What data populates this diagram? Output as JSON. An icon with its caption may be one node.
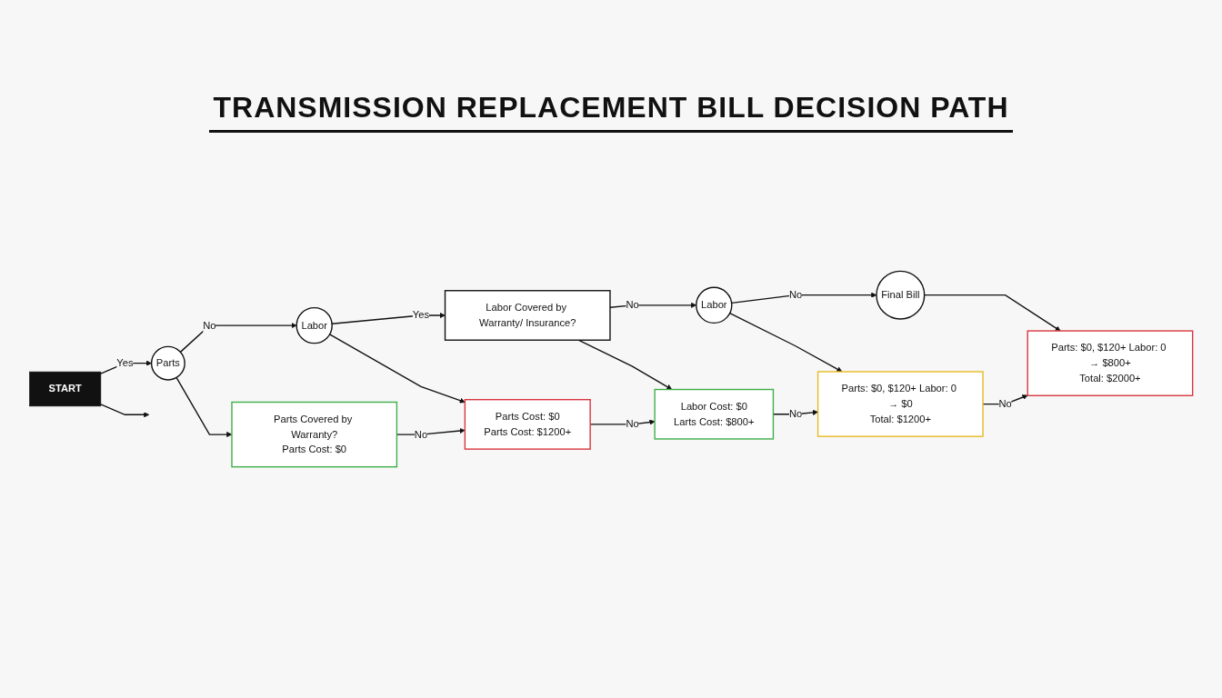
{
  "diagram": {
    "title": "TRANSMISSION REPLACEMENT BILL DECISION PATH",
    "nodes": [
      {
        "text": [
          "START"
        ]
      },
      {
        "text": [
          "Parts"
        ]
      },
      {
        "text": [
          "Labor"
        ]
      },
      {
        "text": [
          "Labor Covered by Warranty/ Insurance?"
        ]
      },
      {
        "text": [
          "Labor"
        ]
      },
      {
        "text": [
          "Final Bill"
        ]
      },
      {
        "text": [
          "Parts Covered by Warranty?",
          "Parts Cost: $0"
        ]
      },
      {
        "text": [
          "Parts Cost: $0",
          "Parts Cost: $1200+"
        ]
      },
      {
        "text": [
          "Labor Cost: $0",
          "Larts Cost: $800+"
        ]
      },
      {
        "text": [
          "Parts: $0, $120+ Labor: 0 → $0",
          "Total: $1200+"
        ]
      },
      {
        "text": [
          "Parts: $0, $120+ Labor: 0 → $800+",
          "Total: $2000+"
        ]
      }
    ],
    "edges": [
      {
        "from": 0,
        "to": null,
        "arrow": "to"
      },
      {
        "from": 0,
        "to": 1,
        "arrow": "to",
        "label": "Yes"
      },
      {
        "from": 1,
        "to": 2,
        "arrow": "to",
        "label": "No"
      },
      {
        "from": 2,
        "to": 3,
        "arrow": "to",
        "label": "Yes"
      },
      {
        "from": 3,
        "to": 4,
        "arrow": "to",
        "label": "No"
      },
      {
        "from": 4,
        "to": 5,
        "arrow": "to",
        "label": "No"
      },
      {
        "from": 1,
        "to": 6,
        "arrow": "to"
      },
      {
        "from": 2,
        "to": 7,
        "arrow": "to"
      },
      {
        "from": 3,
        "to": 8,
        "arrow": "to"
      },
      {
        "from": 4,
        "to": 9,
        "arrow": "to"
      },
      {
        "from": 5,
        "to": 10,
        "arrow": "to"
      },
      {
        "from": 6,
        "to": 7,
        "arrow": "to",
        "label": "No"
      },
      {
        "from": 7,
        "to": 8,
        "arrow": "to",
        "label": "No"
      },
      {
        "from": 8,
        "to": 9,
        "arrow": "to",
        "label": "No"
      },
      {
        "from": 9,
        "to": 10,
        "arrow": "to",
        "label": "No"
      }
    ]
  }
}
